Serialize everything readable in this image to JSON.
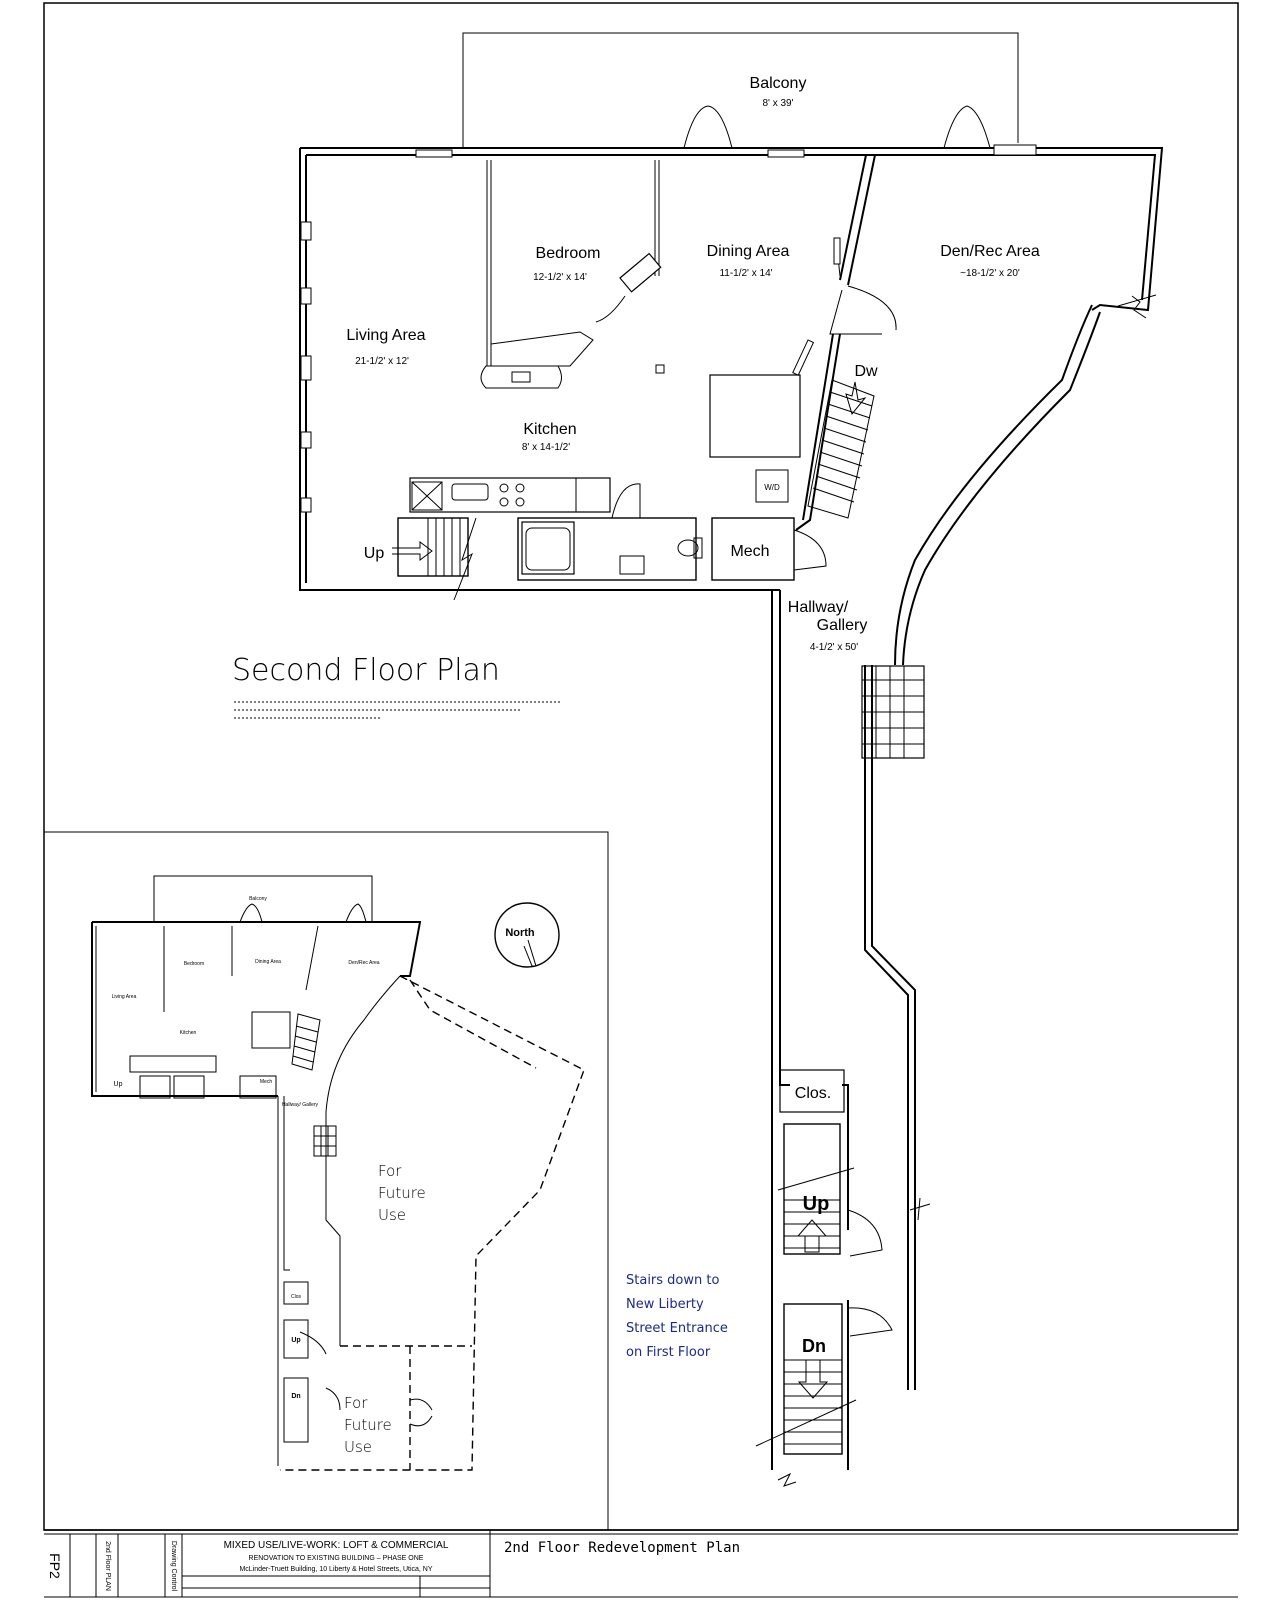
{
  "main_plan": {
    "rooms": {
      "balcony": {
        "name": "Balcony",
        "size": "8' x 39'"
      },
      "bedroom": {
        "name": "Bedroom",
        "size": "12-1/2' x 14'"
      },
      "dining": {
        "name": "Dining Area",
        "size": "11-1/2' x 14'"
      },
      "den": {
        "name": "Den/Rec Area",
        "size": "~18-1/2' x 20'"
      },
      "living": {
        "name": "Living Area",
        "size": "21-1/2' x 12'"
      },
      "kitchen": {
        "name": "Kitchen",
        "size": "8' x 14-1/2'"
      },
      "mech": {
        "name": "Mech"
      },
      "hallway_line1": {
        "name": "Hallway/"
      },
      "hallway_line2": {
        "name": "Gallery",
        "size": "4-1/2' x 50'"
      },
      "closet": {
        "name": "Clos."
      }
    },
    "labels": {
      "up_left": "Up",
      "down_stair": "Dw",
      "washer_dryer": "W/D",
      "up_stair": "Up",
      "down_stair_lower": "Dn"
    },
    "title": "Second Floor Plan"
  },
  "inset_plan": {
    "north_label": "North",
    "future_use_1": [
      "For",
      "Future",
      "Use"
    ],
    "future_use_2": [
      "For",
      "Future",
      "Use"
    ],
    "closet_label": "Clos",
    "up_label": "Up",
    "dn_label": "Dn",
    "rooms": {
      "balcony": "Balcony",
      "bedroom": "Bedroom",
      "dining": "Dining Area",
      "den": "Den/Rec Area",
      "living": "Living Area",
      "kitchen": "Kitchen",
      "mech": "Mech",
      "hallway": "Hallway/ Gallery"
    }
  },
  "note": [
    "Stairs down to",
    "New Liberty",
    "Street Entrance",
    "on First Floor"
  ],
  "title_block": {
    "sheet": "FP2",
    "drawing_control": "Drawing Control",
    "sheet_name": "2nd Floor PLAN",
    "project_line1": "MIXED USE/LIVE-WORK: LOFT & COMMERCIAL",
    "project_line2": "RENOVATION TO EXISTING BUILDING – PHASE ONE",
    "project_line3": "McLinder-Truett Building, 10 Liberty & Hotel Streets, Utica, NY",
    "drawing_title": "2nd Floor Redevelopment Plan"
  }
}
